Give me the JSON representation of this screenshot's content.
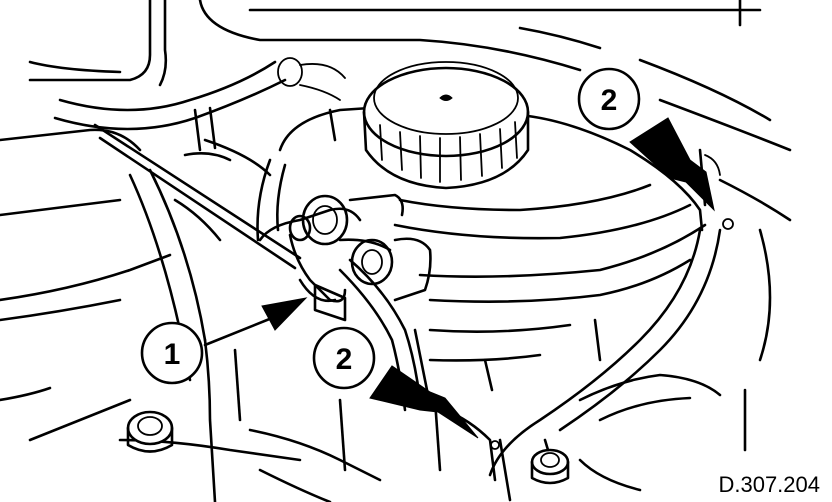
{
  "callouts": [
    {
      "id": "callout-1",
      "label": "1"
    },
    {
      "id": "callout-2a",
      "label": "2"
    },
    {
      "id": "callout-2b",
      "label": "2"
    }
  ],
  "reference": "D.307.204"
}
